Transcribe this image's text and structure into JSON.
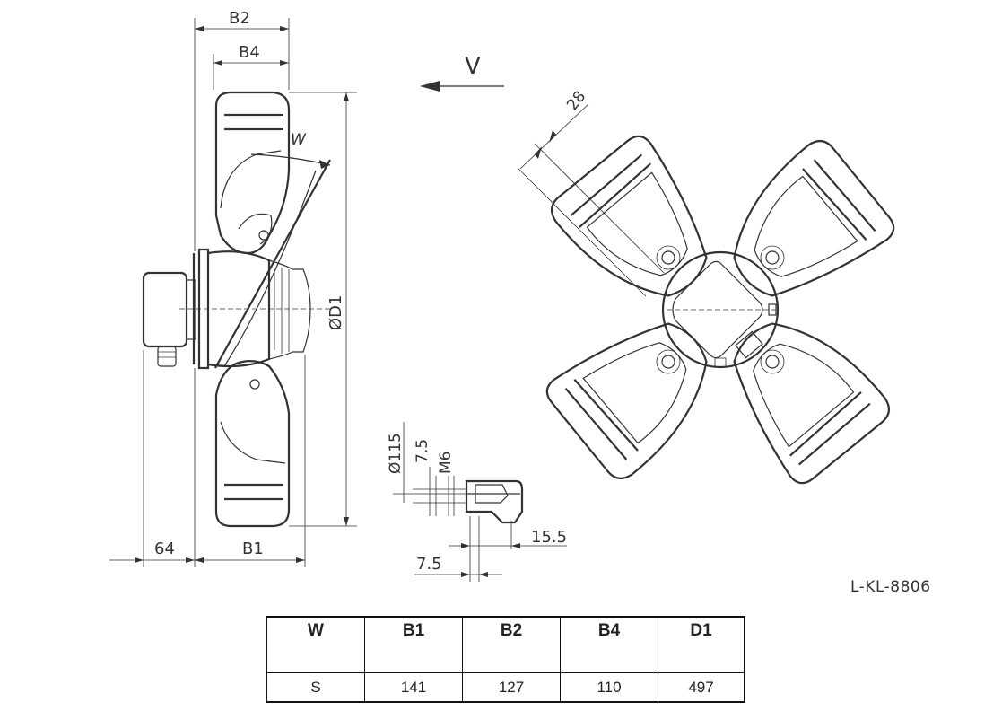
{
  "drawing": {
    "labels": {
      "b2": "B2",
      "b4": "B4",
      "b1": "B1",
      "offset_64": "64",
      "d1": "ØD1",
      "w_angle": "W",
      "view_v": "V",
      "dim_28": "28",
      "bore_115": "Ø115",
      "dim_7_5_top": "7.5",
      "thread_m6": "M6",
      "dim_15_5": "15.5",
      "dim_7_5_bottom": "7.5"
    },
    "reference_code": "L-KL-8806"
  },
  "table": {
    "headers": [
      "W",
      "B1",
      "B2",
      "B4",
      "D1"
    ],
    "rows": [
      [
        "S",
        "141",
        "127",
        "110",
        "497"
      ]
    ]
  }
}
